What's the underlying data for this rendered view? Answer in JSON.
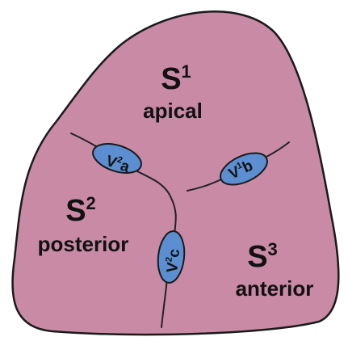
{
  "colors": {
    "lobe_fill": "#c98aa6",
    "lobe_stroke": "#1a1a1a",
    "vein_fill": "#5b8fd1",
    "vein_stroke": "#1a1a1a",
    "line": "#222222"
  },
  "segments": {
    "s1": {
      "letter": "S",
      "sup": "1",
      "name": "apical"
    },
    "s2": {
      "letter": "S",
      "sup": "2",
      "name": "posterior"
    },
    "s3": {
      "letter": "S",
      "sup": "3",
      "name": "anterior"
    }
  },
  "veins": {
    "v2a": {
      "letter": "V",
      "sup": "2",
      "sub": "a"
    },
    "v1b": {
      "letter": "V",
      "sup": "1",
      "sub": "b"
    },
    "v2c": {
      "letter": "V",
      "sup": "2",
      "sub": "c"
    }
  }
}
